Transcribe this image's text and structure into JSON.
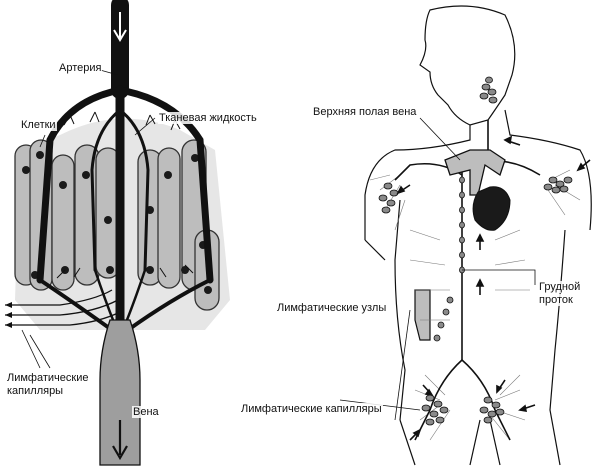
{
  "left_panel": {
    "labels": {
      "artery": "Артерия",
      "cells": "Клетки",
      "tissue_fluid": "Тканевая жидкость",
      "lymph_capillaries_line1": "Лимфатические",
      "lymph_capillaries_line2": "капилляры",
      "vein": "Вена"
    }
  },
  "right_panel": {
    "labels": {
      "superior_vena_cava": "Верхняя полая вена",
      "thoracic_duct_line1": "Грудной",
      "thoracic_duct_line2": "проток",
      "lymph_nodes": "Лимфатические узлы",
      "lymph_capillaries": "Лимфатические капилляры"
    }
  },
  "colors": {
    "ink": "#111111",
    "cell_fill": "#bdbdbd",
    "cell_border": "#333333",
    "nucleus": "#1a1a1a",
    "fluid_bg": "#e6e6e6",
    "node_fill": "#8a8a8a",
    "heart_fill": "#1a1a1a"
  }
}
